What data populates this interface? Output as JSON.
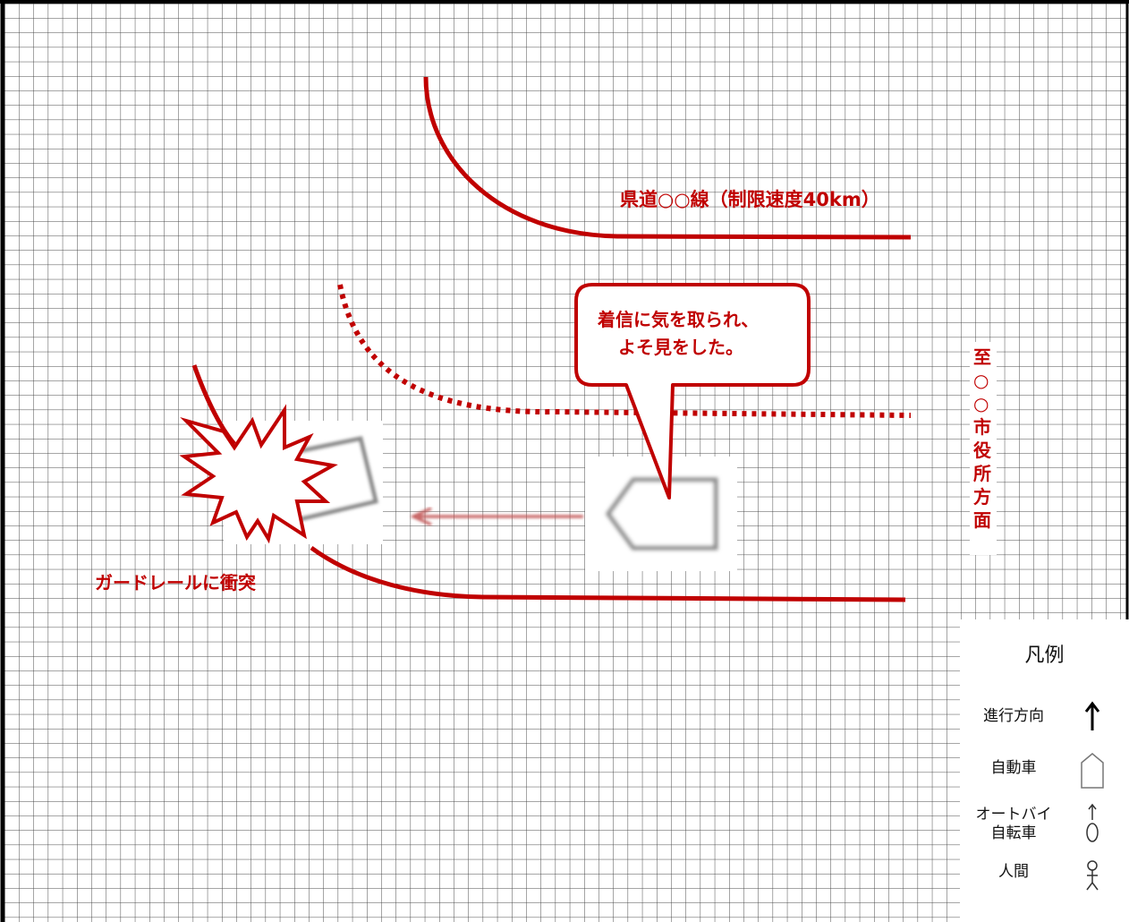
{
  "road_label": "県道○○線（制限速度40km）",
  "destination_label": [
    "至",
    "○",
    "○",
    "市",
    "役",
    "所",
    "方",
    "面"
  ],
  "callout": {
    "line1": "着信に気を取られ、",
    "line2": "よそ見をした。"
  },
  "collision_label": "ガードレールに衝突",
  "legend": {
    "title": "凡例",
    "items": [
      {
        "label": "進行方向",
        "icon": "arrow-up-icon"
      },
      {
        "label": "自動車",
        "icon": "car-icon"
      },
      {
        "label": "オートバイ\n自転車",
        "icon": "motorcycle-icon"
      },
      {
        "label": "人間",
        "icon": "person-icon"
      }
    ]
  },
  "colors": {
    "accent": "#c00000",
    "grid": "#555555",
    "vehicle": "#8a8a8a"
  }
}
